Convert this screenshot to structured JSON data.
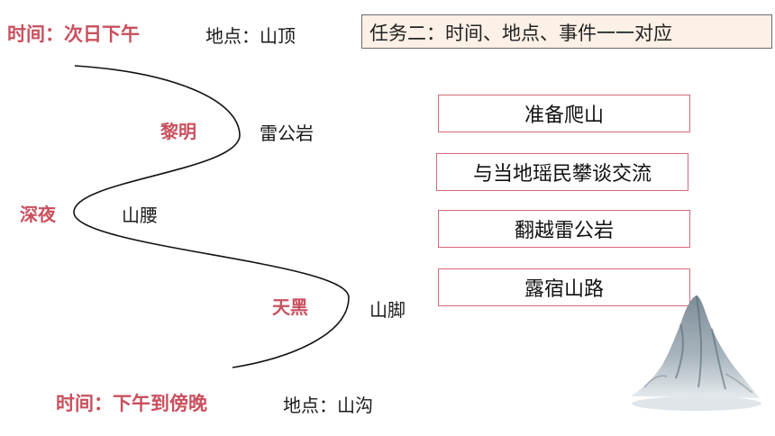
{
  "header": {
    "time_text": "时间：次日下午",
    "place_text": "地点：山顶",
    "task_text": "任务二：时间、地点、事件一一对应"
  },
  "path": {
    "time_labels": [
      "黎明",
      "深夜",
      "天黑"
    ],
    "place_labels": [
      "雷公岩",
      "山腰",
      "山脚"
    ]
  },
  "events": [
    "准备爬山",
    "与当地瑶民攀谈交流",
    "翻越雷公岩",
    "露宿山路"
  ],
  "footer": {
    "time_text": "时间：下午到傍晚",
    "place_text": "地点：山沟"
  },
  "colors": {
    "accent_red": "#c9505e",
    "box_border": "#d46a7a",
    "task_bg": "#fdf0e6"
  },
  "icons": {
    "decoration": "mountain-icon"
  }
}
